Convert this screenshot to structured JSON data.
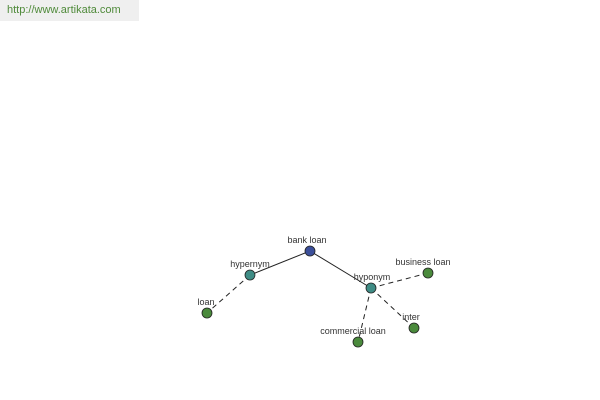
{
  "header": {
    "url": "http://www.artikata.com"
  },
  "graph": {
    "nodes": [
      {
        "id": "bank-loan",
        "label": "bank loan",
        "color": "#3b4f9a"
      },
      {
        "id": "hypernym",
        "label": "hypernym",
        "color": "#3f8c85"
      },
      {
        "id": "hyponym",
        "label": "hyponym",
        "color": "#3f8c85"
      },
      {
        "id": "loan",
        "label": "loan",
        "color": "#4a8a3c"
      },
      {
        "id": "business-loan",
        "label": "business loan",
        "color": "#4a8a3c"
      },
      {
        "id": "commercial-loan",
        "label": "commercial loan",
        "color": "#4a8a3c"
      },
      {
        "id": "inter",
        "label": "inter",
        "color": "#4a8a3c"
      }
    ],
    "edges": [
      {
        "from": "bank-loan",
        "to": "hypernym",
        "style": "solid"
      },
      {
        "from": "bank-loan",
        "to": "hyponym",
        "style": "solid"
      },
      {
        "from": "hypernym",
        "to": "loan",
        "style": "dashed"
      },
      {
        "from": "hyponym",
        "to": "business-loan",
        "style": "dashed"
      },
      {
        "from": "hyponym",
        "to": "commercial-loan",
        "style": "dashed"
      },
      {
        "from": "hyponym",
        "to": "inter",
        "style": "dashed"
      }
    ]
  }
}
